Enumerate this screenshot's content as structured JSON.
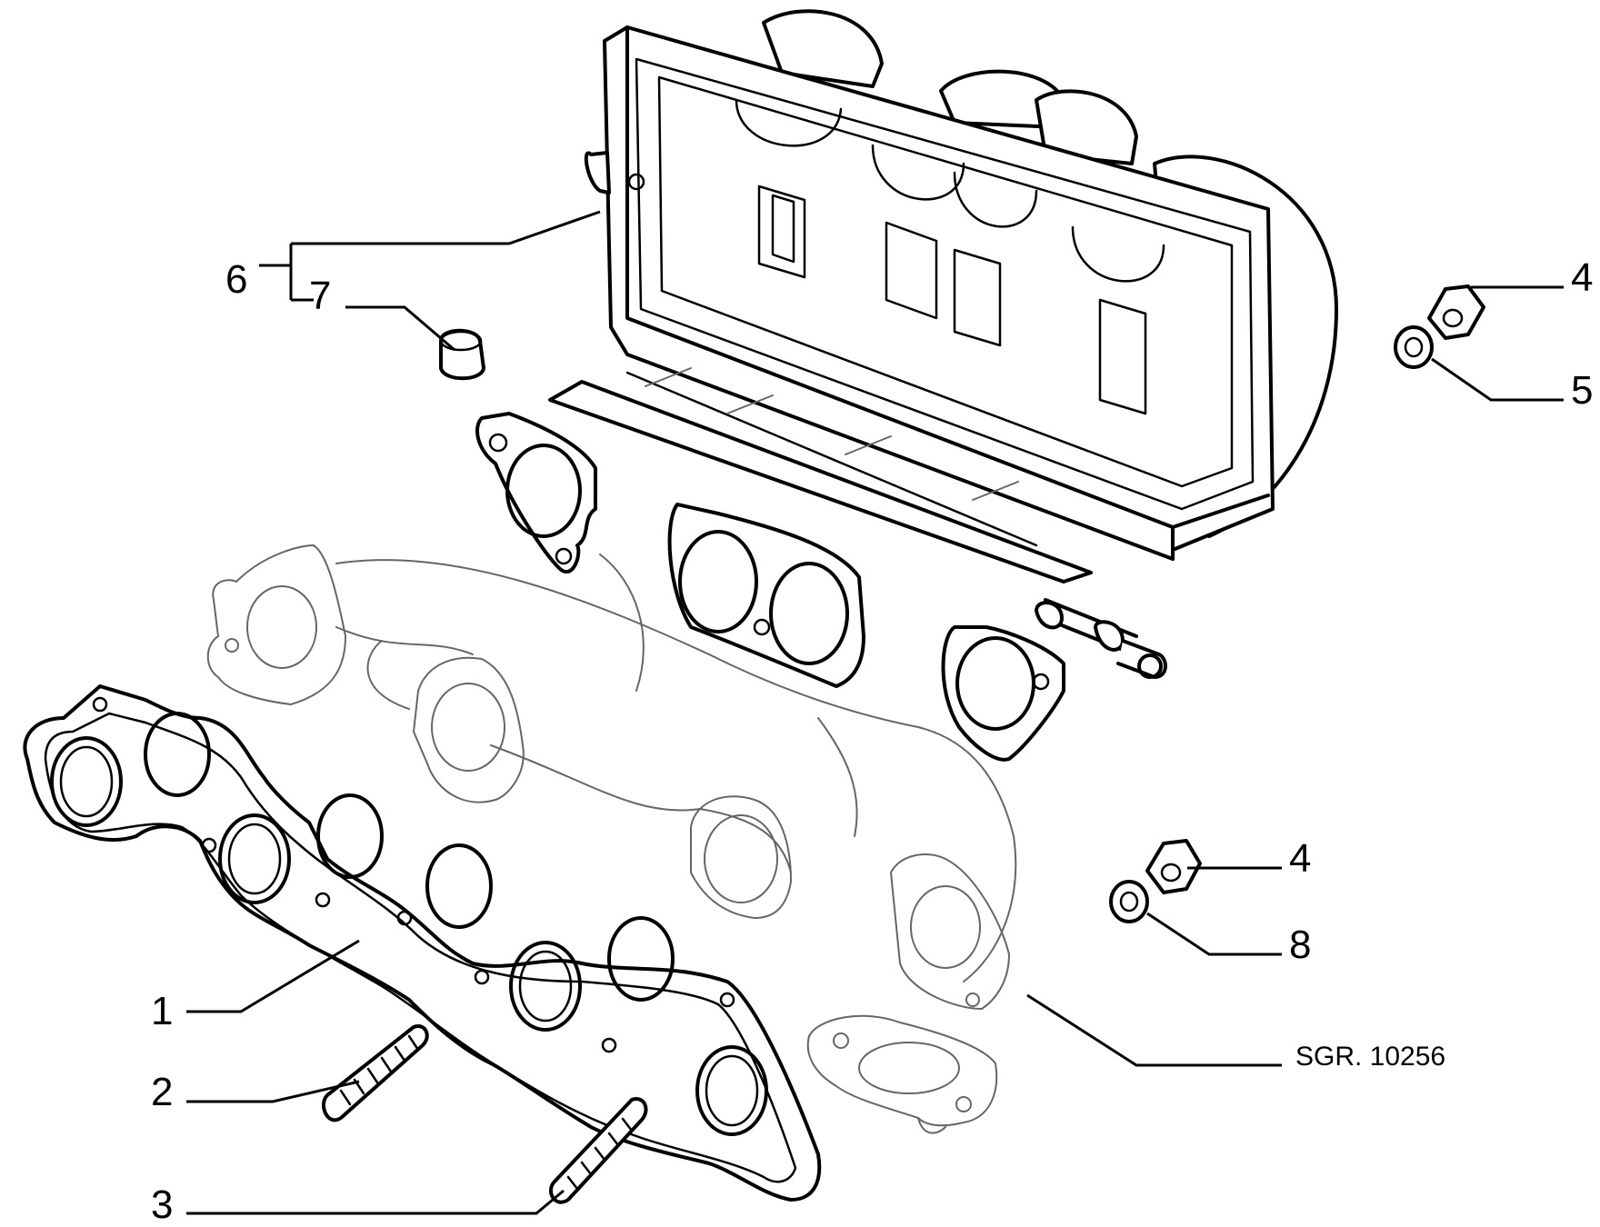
{
  "diagram": {
    "reference_code": "SGR. 10256",
    "callouts": [
      {
        "id": "c1",
        "label": "1"
      },
      {
        "id": "c2",
        "label": "2"
      },
      {
        "id": "c3",
        "label": "3"
      },
      {
        "id": "c4a",
        "label": "4"
      },
      {
        "id": "c4b",
        "label": "4"
      },
      {
        "id": "c5",
        "label": "5"
      },
      {
        "id": "c6",
        "label": "6"
      },
      {
        "id": "c7",
        "label": "7"
      },
      {
        "id": "c8",
        "label": "8"
      }
    ],
    "colors": {
      "ink": "#000000",
      "background": "#ffffff",
      "shadow_line": "#666666"
    }
  }
}
